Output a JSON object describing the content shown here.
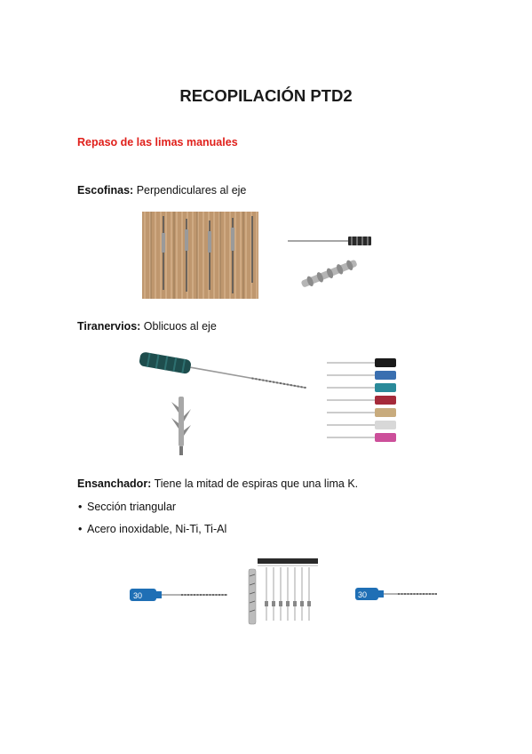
{
  "doc": {
    "title": "RECOPILACIÓN PTD2",
    "subtitle": "Repaso de las limas manuales",
    "escofinas": {
      "term": "Escofinas:",
      "desc": " Perpendiculares al eje"
    },
    "tiranervios": {
      "term": "Tiranervios:",
      "desc": " Oblicuos al eje"
    },
    "ensanchador": {
      "term": "Ensanchador:",
      "desc": " Tiene la mitad de espiras que una lima K."
    },
    "bullets": [
      "Sección triangular",
      "Acero inoxidable, Ni-Ti, Ti-Al"
    ],
    "bullet_char": "•",
    "file_size_label": "30"
  },
  "colors": {
    "title": "#1a1a1a",
    "subtitle": "#e0201b",
    "handle_dark_green": "#1e4d4d",
    "handle_blue": "#1f6fb5",
    "wood": "#c8a27a"
  }
}
